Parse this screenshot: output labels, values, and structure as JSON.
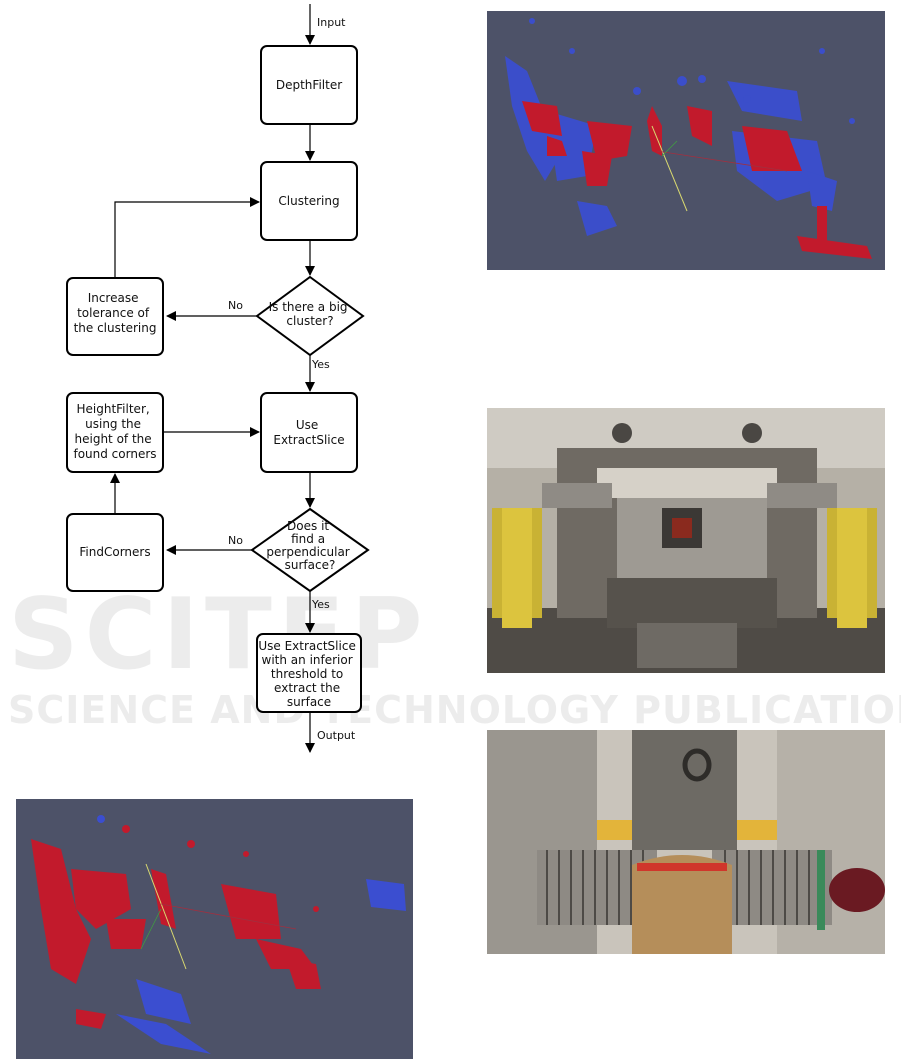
{
  "flowchart": {
    "input_label": "Input",
    "output_label": "Output",
    "nodes": {
      "depth_filter": "DepthFilter",
      "clustering": "Clustering",
      "big_cluster": [
        "Is there a big",
        "cluster?"
      ],
      "increase_tolerance": [
        "Increase",
        "tolerance of",
        "the clustering"
      ],
      "use_extract_slice": [
        "Use",
        "ExtractSlice"
      ],
      "height_filter": [
        "HeightFilter,",
        "using the",
        "height of the",
        "found corners"
      ],
      "perpendicular": [
        "Does it",
        "find a",
        "perpendicular",
        "surface?"
      ],
      "find_corners": "FindCorners",
      "extract_surface": [
        "Use ExtractSlice",
        "with an inferior",
        "threshold to",
        "extract the",
        "surface"
      ]
    },
    "edges": {
      "no_1": "No",
      "yes_1": "Yes",
      "no_2": "No",
      "yes_2": "Yes"
    }
  },
  "watermark": {
    "line1": "SCITEP",
    "line2": "SCIENCE AND TECHNOLOGY PUBLICATIONS"
  },
  "colors": {
    "pointcloud_bg": "#4d5268",
    "red_points": "#c21a2c",
    "blue_points": "#3b4ed0"
  }
}
